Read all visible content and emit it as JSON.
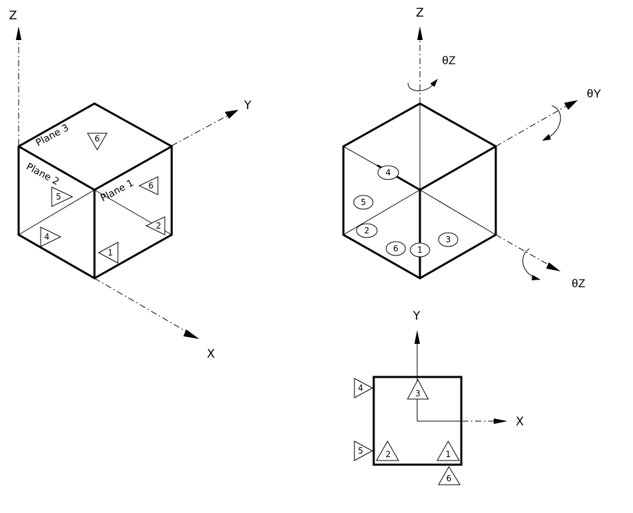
{
  "left_view": {
    "axes": {
      "z": "Z",
      "y": "Y",
      "x": "X"
    },
    "planes": [
      "Plane 1",
      "Plane 2",
      "Plane 3"
    ],
    "markers": [
      "1",
      "2",
      "4",
      "5",
      "6",
      "6"
    ]
  },
  "right_view": {
    "axes": {
      "z": "Z"
    },
    "rotations": {
      "theta_z_top": "θZ",
      "theta_y": "θY",
      "theta_z_lower": "θZ"
    },
    "markers": [
      "1",
      "2",
      "3",
      "4",
      "5",
      "6"
    ]
  },
  "bottom_view": {
    "axes": {
      "y": "Y",
      "x": "X"
    },
    "markers": [
      "1",
      "2",
      "3",
      "4",
      "5",
      "6"
    ]
  }
}
